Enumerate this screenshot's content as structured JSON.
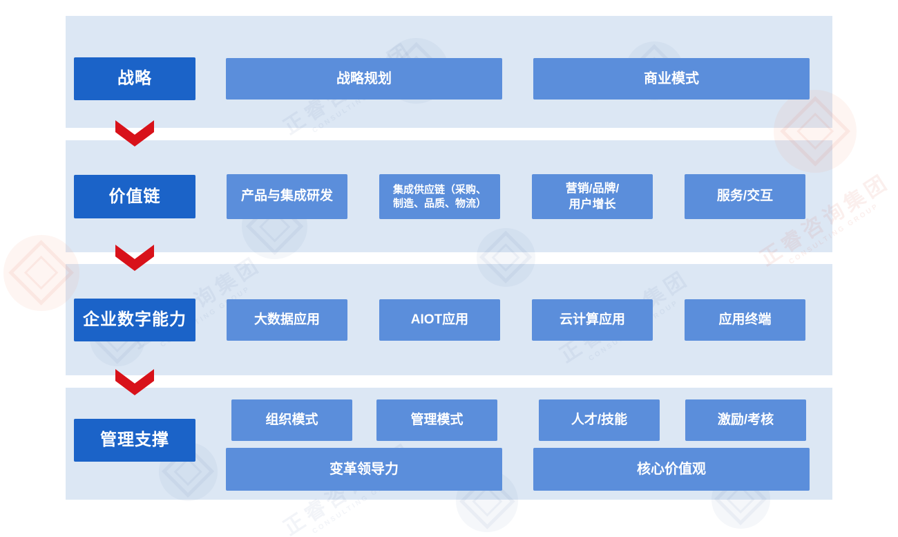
{
  "diagram": {
    "rows": [
      {
        "label": "战略",
        "items": [
          {
            "text": "战略规划"
          },
          {
            "text": "商业模式"
          }
        ]
      },
      {
        "label": "价值链",
        "items": [
          {
            "text": "产品与集成研发"
          },
          {
            "text": "集成供应链（采购、\n制造、品质、物流）"
          },
          {
            "text": "营销/品牌/\n用户增长"
          },
          {
            "text": "服务/交互"
          }
        ]
      },
      {
        "label": "企业数字能力",
        "items": [
          {
            "text": "大数据应用"
          },
          {
            "text": "AIOT应用"
          },
          {
            "text": "云计算应用"
          },
          {
            "text": "应用终端"
          }
        ]
      },
      {
        "label": "管理支撑",
        "items": [
          {
            "text": "组织模式"
          },
          {
            "text": "管理模式"
          },
          {
            "text": "人才/技能"
          },
          {
            "text": "激励/考核"
          },
          {
            "text": "变革领导力"
          },
          {
            "text": "核心价值观"
          }
        ]
      }
    ],
    "colors": {
      "row_label_bg": "#1b63c8",
      "item_bg": "#5b8edb",
      "panel_bg": "#dce7f4",
      "arrow_red": "#d8121a",
      "text": "#ffffff",
      "page_bg": "#ffffff"
    },
    "watermark": {
      "cn": "正睿咨询集团",
      "en": "CONSULTING GROUP"
    }
  }
}
